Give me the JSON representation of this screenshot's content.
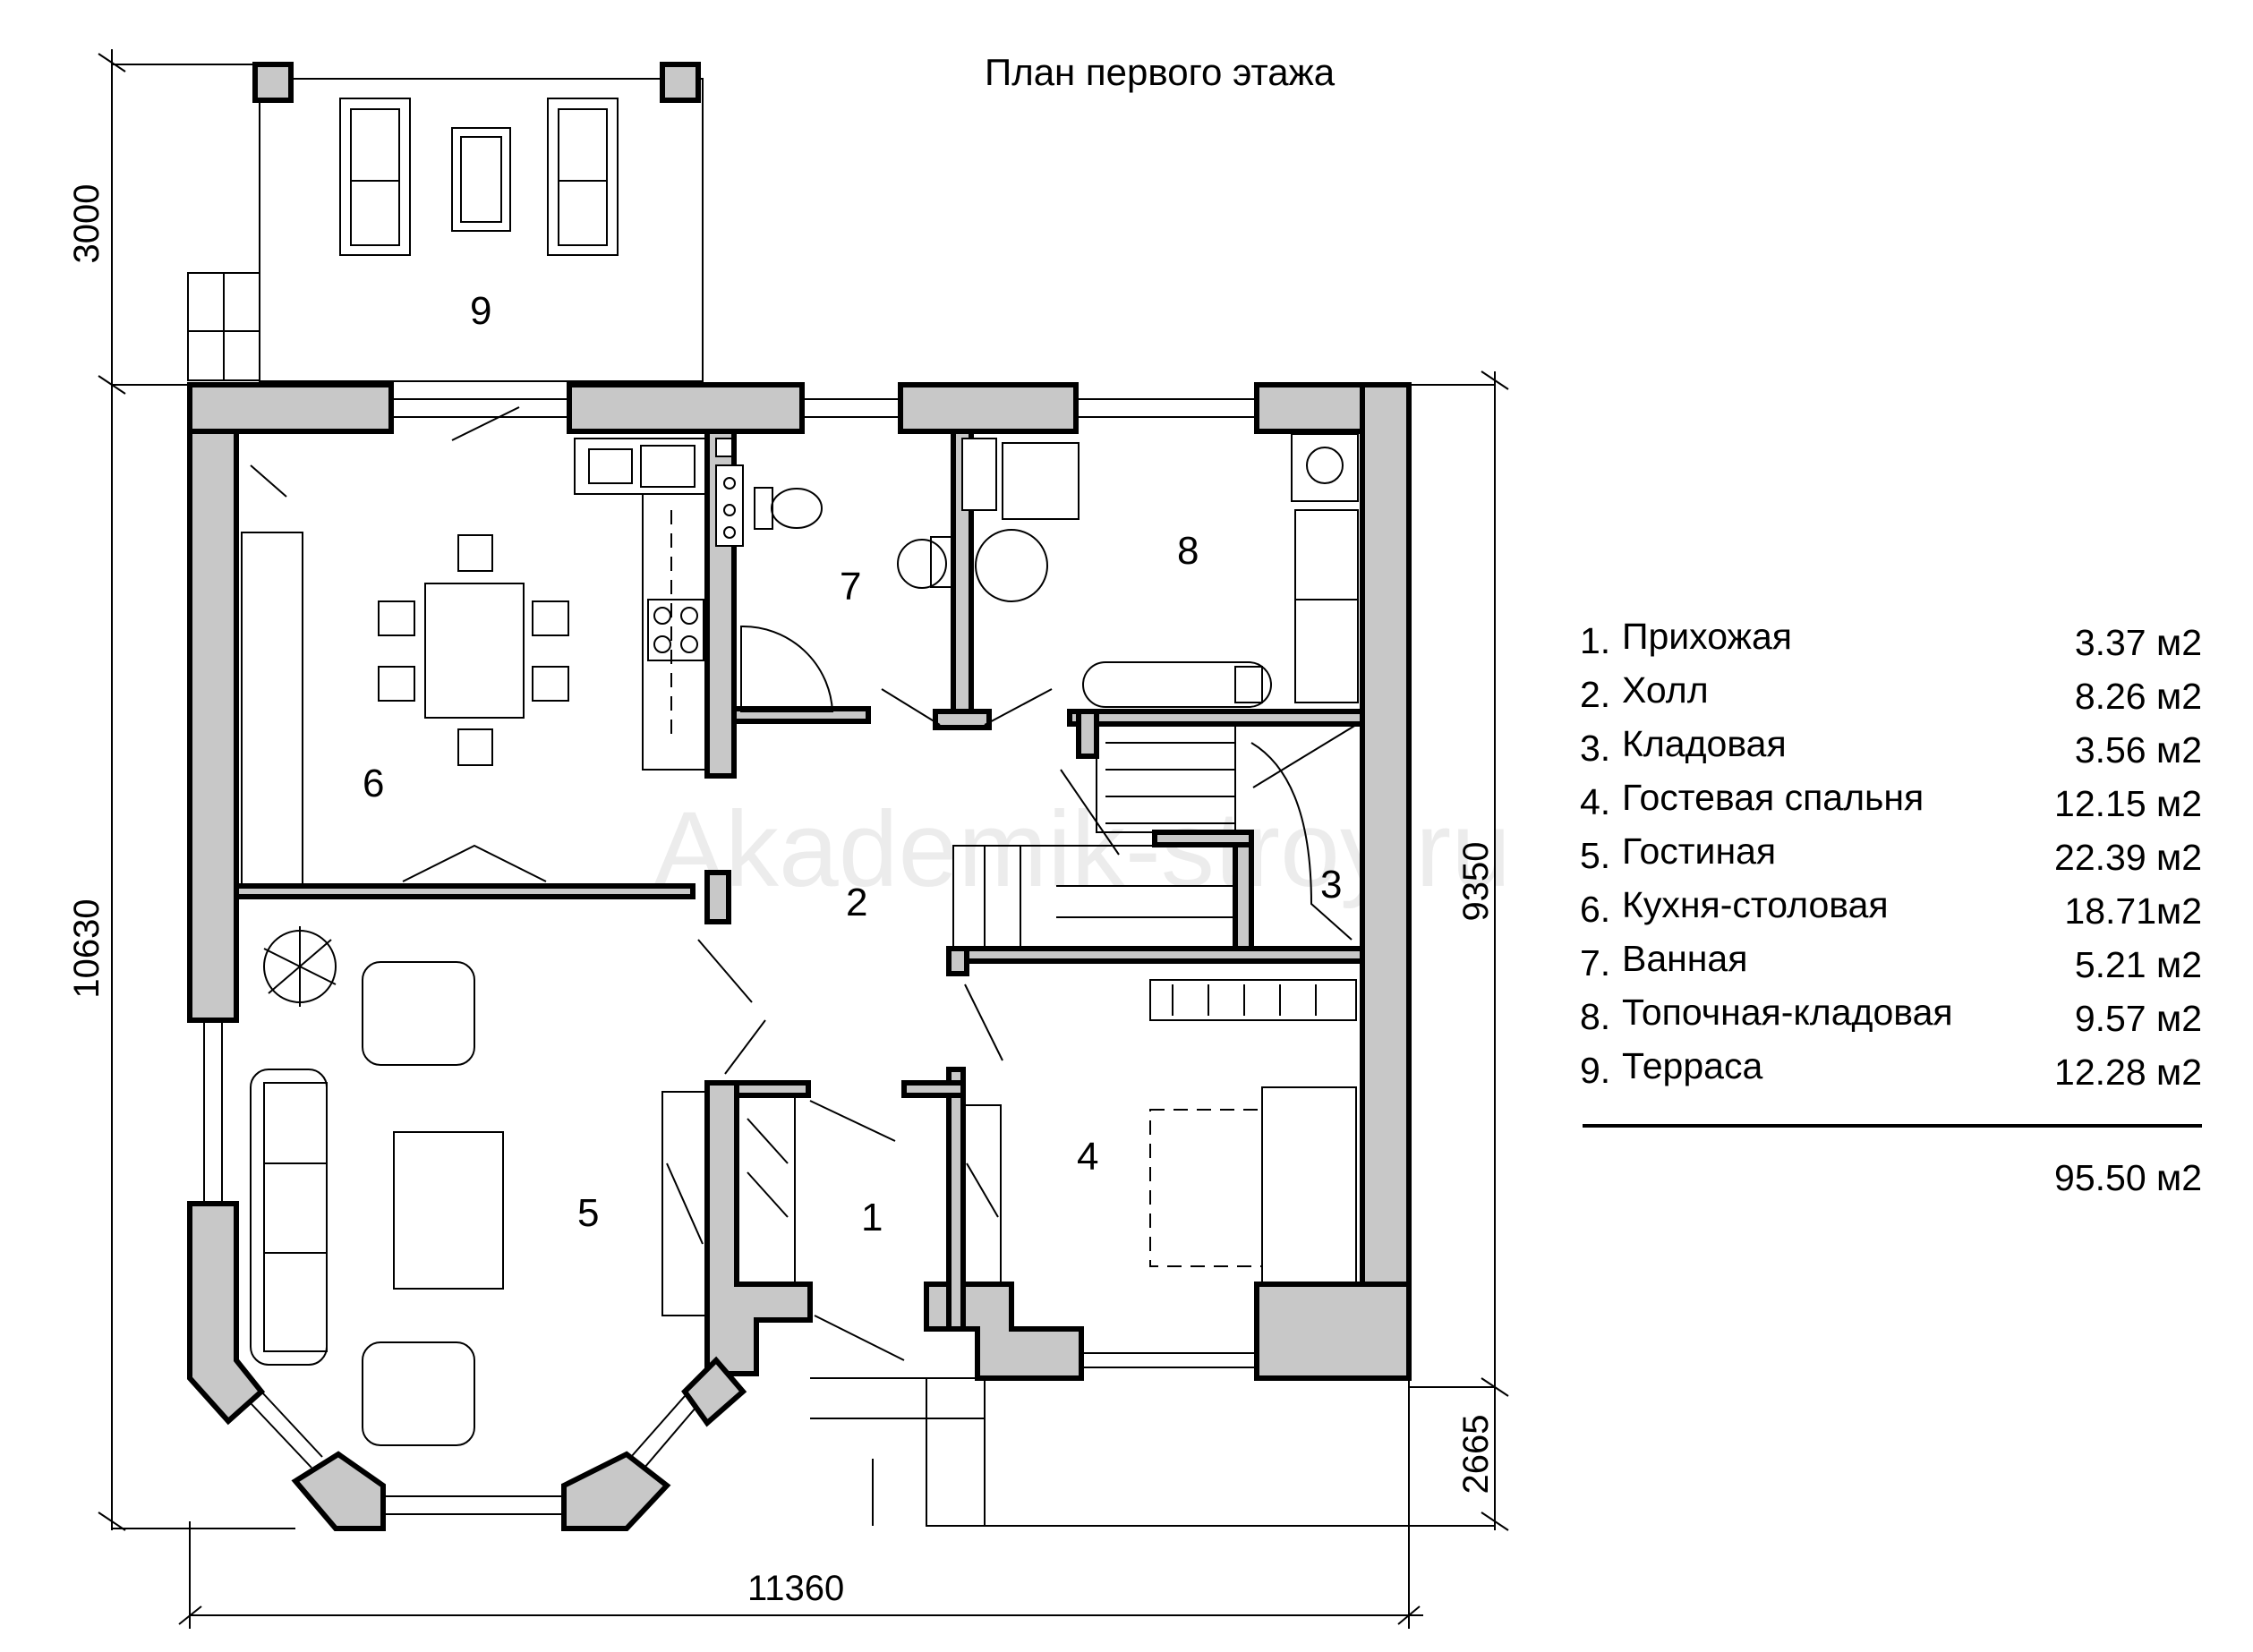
{
  "title": "План первого этажа",
  "watermark": "Akademik-stroy.ru",
  "dimensions": {
    "total_width": "11360",
    "total_depth": "10630",
    "house_depth": "9350",
    "terrace_depth": "3000",
    "porch_depth": "2665"
  },
  "room_numbers": {
    "r1": "1",
    "r2": "2",
    "r3": "3",
    "r4": "4",
    "r5": "5",
    "r6": "6",
    "r7": "7",
    "r8": "8",
    "r9": "9"
  },
  "legend": {
    "rooms": [
      {
        "num": "1.",
        "name": "Прихожая",
        "area": "3.37 м2"
      },
      {
        "num": "2.",
        "name": "Холл",
        "area": "8.26 м2"
      },
      {
        "num": "3.",
        "name": "Кладовая",
        "area": "3.56 м2"
      },
      {
        "num": "4.",
        "name": "Гостевая спальня",
        "area": "12.15 м2"
      },
      {
        "num": "5.",
        "name": "Гостиная",
        "area": "22.39 м2"
      },
      {
        "num": "6.",
        "name": "Кухня-столовая",
        "area": "18.71м2"
      },
      {
        "num": "7.",
        "name": "Ванная",
        "area": "5.21 м2"
      },
      {
        "num": "8.",
        "name": "Топочная-кладовая",
        "area": "9.57 м2"
      },
      {
        "num": "9.",
        "name": "Терраса",
        "area": "12.28 м2"
      }
    ],
    "total": "95.50 м2"
  },
  "colors": {
    "wall_fill": "#c8c8c8",
    "line": "#000000",
    "background": "#ffffff"
  }
}
